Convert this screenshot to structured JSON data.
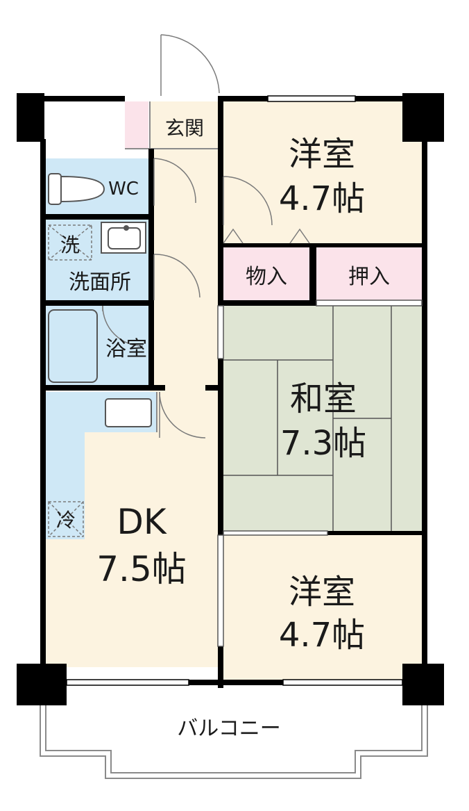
{
  "rooms": {
    "genkan": "玄関",
    "western_top": {
      "name": "洋室",
      "size": "4.7帖"
    },
    "wc": "WC",
    "washer": "洗",
    "washroom": "洗面所",
    "storage": "物入",
    "closet": "押入",
    "bath": "浴室",
    "japanese": {
      "name": "和室",
      "size": "7.3帖"
    },
    "fridge": "冷",
    "dk": {
      "name": "DK",
      "size": "7.5帖"
    },
    "western_bottom": {
      "name": "洋室",
      "size": "4.7帖"
    },
    "balcony": "バルコニー"
  },
  "colors": {
    "wall": "#000000",
    "floor_wood": "#fcf3e0",
    "wet_area": "#cfe8f6",
    "storage": "#fbe3ea",
    "tatami": "#dfe5d3",
    "line": "#7a7a7a"
  }
}
